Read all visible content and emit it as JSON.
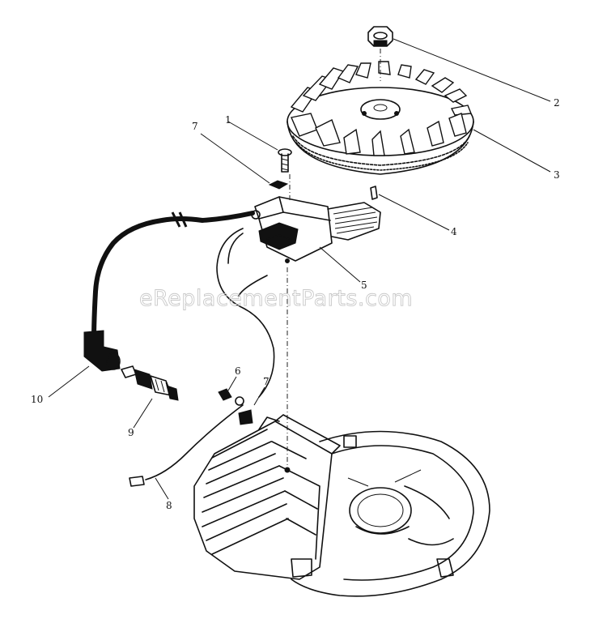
{
  "watermark": "eReplacementParts.com",
  "callouts": [
    {
      "id": "1",
      "label": "1"
    },
    {
      "id": "2",
      "label": "2"
    },
    {
      "id": "3",
      "label": "3"
    },
    {
      "id": "4",
      "label": "4"
    },
    {
      "id": "5",
      "label": "5"
    },
    {
      "id": "6",
      "label": "6"
    },
    {
      "id": "7a",
      "label": "7"
    },
    {
      "id": "7b",
      "label": "7"
    },
    {
      "id": "8",
      "label": "8"
    },
    {
      "id": "9",
      "label": "9"
    },
    {
      "id": "10",
      "label": "10"
    }
  ],
  "icons": {
    "flywheel": "flywheel-icon",
    "flywheel_nut": "nut-icon",
    "flywheel_key": "key-icon",
    "ignition_module": "ignition-module-icon",
    "screw": "screw-icon",
    "spark_plug": "spark-plug-icon",
    "spark_plug_boot": "spark-plug-boot-icon",
    "ground_wire": "ground-wire-icon",
    "engine_block": "engine-block-icon"
  },
  "colors": {
    "ink": "#111111",
    "background": "#ffffff",
    "watermark": "#c9c9c9"
  }
}
